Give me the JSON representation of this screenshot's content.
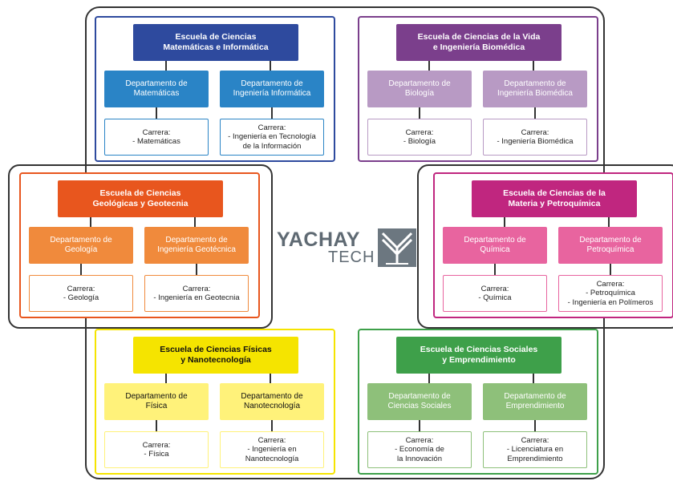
{
  "logo": {
    "line1": "YACHAY",
    "line2": "TECH"
  },
  "colors": {
    "blue": "#2e4a9e",
    "blue_light": "#2a84c6",
    "purple": "#7b3f8c",
    "purple_light": "#b89ac4",
    "orange": "#e8561e",
    "orange_light": "#f08a3c",
    "magenta": "#c0267f",
    "magenta_light": "#e8649f",
    "yellow": "#f5e400",
    "yellow_light": "#fff27a",
    "green": "#3ea04a",
    "green_light": "#8ec07a"
  },
  "schools": [
    {
      "title": "Escuela de Ciencias\nMatemáticas e Informática",
      "dept1": "Departamento de\nMatemáticas",
      "dept2": "Departamento de\nIngeniería Informática",
      "career1": "Carrera:\n- Matemáticas",
      "career2": "Carrera:\n- Ingeniería en Tecnología\nde la Información"
    },
    {
      "title": "Escuela de Ciencias de la Vida\ne Ingeniería Biomédica",
      "dept1": "Departamento de\nBiología",
      "dept2": "Departamento de\nIngeniería Biomédica",
      "career1": "Carrera:\n- Biología",
      "career2": "Carrera:\n- Ingeniería Biomédica"
    },
    {
      "title": "Escuela de Ciencias\nGeológicas y Geotecnia",
      "dept1": "Departamento de\nGeología",
      "dept2": "Departamento de\nIngeniería Geotécnica",
      "career1": "Carrera:\n- Geología",
      "career2": "Carrera:\n- Ingeniería en Geotecnia"
    },
    {
      "title": "Escuela de Ciencias de la\nMateria y Petroquímica",
      "dept1": "Departamento de\nQuímica",
      "dept2": "Departamento de\nPetroquímica",
      "career1": "Carrera:\n- Química",
      "career2": "Carrera:\n- Petroquímica\n- Ingeniería en Polímeros"
    },
    {
      "title": "Escuela de Ciencias Físicas\ny Nanotecnología",
      "dept1": "Departamento de\nFísica",
      "dept2": "Departamento de\nNanotecnología",
      "career1": "Carrera:\n- Física",
      "career2": "Carrera:\n- Ingeniería en\nNanotecnología"
    },
    {
      "title": "Escuela de Ciencias Sociales\ny Emprendimiento",
      "dept1": "Departamento de\nCiencias Sociales",
      "dept2": "Departamento de\nEmprendimiento",
      "career1": "Carrera:\n- Economía de\nla Innovación",
      "career2": "Carrera:\n- Licenciatura en\nEmprendimiento"
    }
  ]
}
